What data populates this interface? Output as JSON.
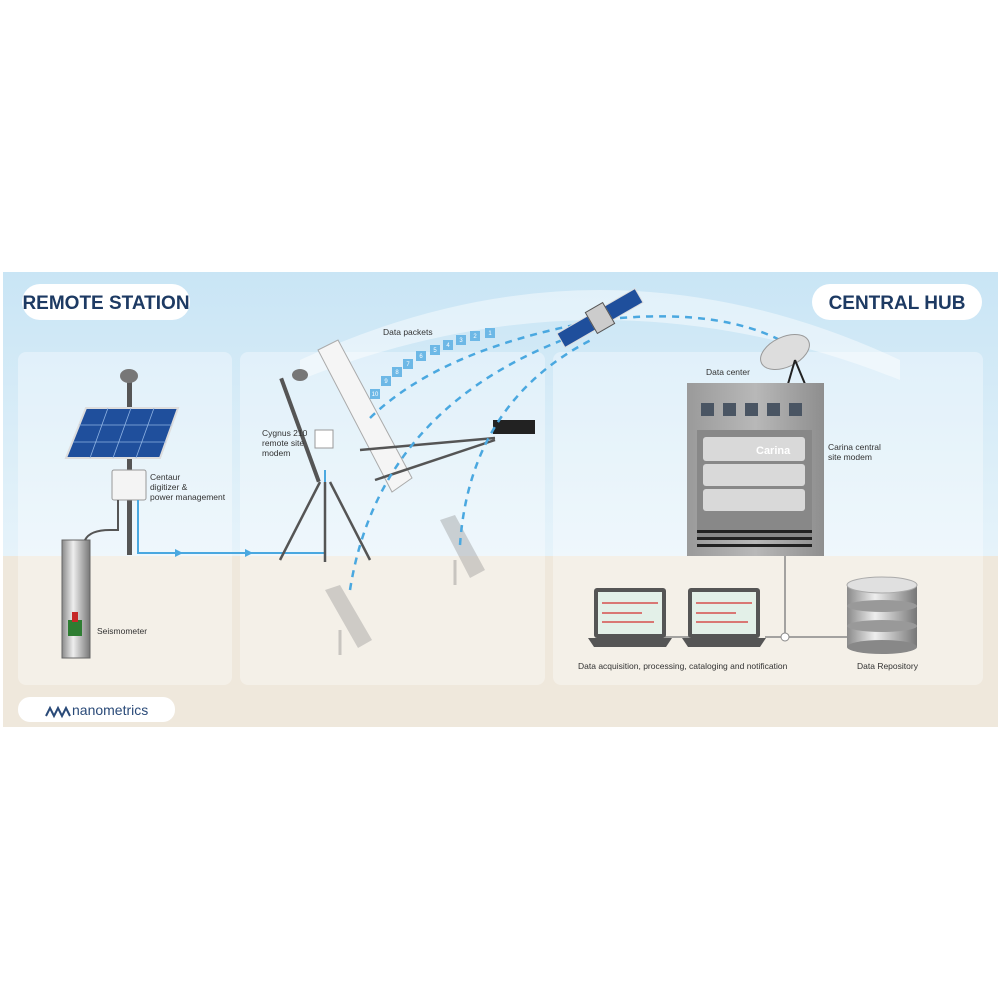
{
  "sections": {
    "remote_station": "REMOTE STATION",
    "central_hub": "CENTRAL HUB"
  },
  "labels": {
    "centaur": [
      "Centaur",
      "digitizer &",
      "power management"
    ],
    "seismometer": "Seismometer",
    "cygnus": [
      "Cygnus 210",
      "remote site",
      "modem"
    ],
    "data_packets": "Data packets",
    "data_center": "Data center",
    "carina_modem": [
      "Carina central",
      "site modem"
    ],
    "carina_brand": "Carina",
    "acquisition": "Data acquisition, processing, cataloging and notification",
    "repository": "Data Repository"
  },
  "packets": [
    "1",
    "2",
    "3",
    "4",
    "5",
    "6",
    "7",
    "8",
    "9",
    "10"
  ],
  "logo": "nanometrics",
  "colors": {
    "sky": "#d6ecf7",
    "ground": "#efe8dc",
    "flow": "#4aa8e0",
    "title": "#1d3a63"
  }
}
